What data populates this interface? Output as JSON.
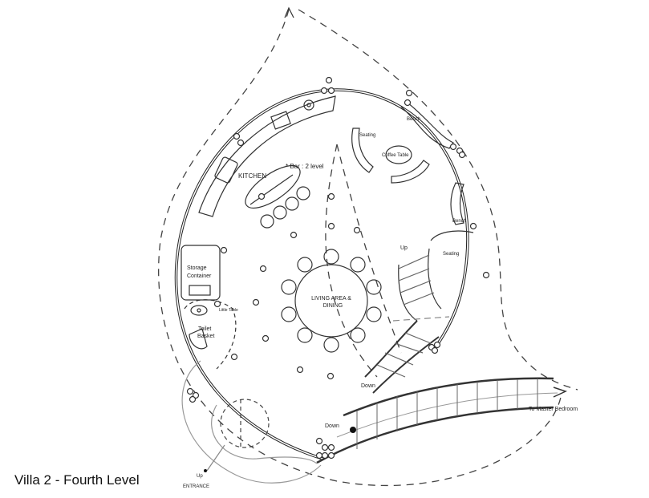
{
  "caption": "Villa 2 - Fourth Level",
  "labels": {
    "kitchen": "KITCHEN",
    "bar": "* Bar : 2 level",
    "seating_top": "Seating",
    "coffee_table": "Coffee Table",
    "bench_top": "Bench",
    "bench_right": "Bench",
    "seating_right": "Seating",
    "up_stairs": "Up",
    "storage_1": "Storage",
    "storage_2": "Container",
    "little_table": "Little Table",
    "toilet_1": "Toilet",
    "toilet_2": "Basket",
    "living_1": "LIVING AREA &",
    "living_2": "DINING",
    "down_stairs": "Down",
    "down_bridge": "Down",
    "to_master": "To Master Bedroom",
    "up_entrance": "Up",
    "entrance": "ENTRANCE"
  },
  "colors": {
    "line": "#222222",
    "dash": "#444444",
    "light": "#999999"
  }
}
